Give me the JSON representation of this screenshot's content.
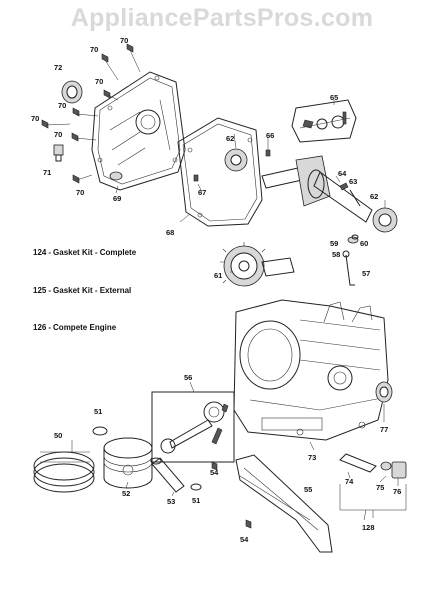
{
  "watermark": "AppliancePartsPros.com",
  "kits": [
    {
      "number": "124",
      "label": "Gasket Kit - Complete"
    },
    {
      "number": "125",
      "label": "Gasket Kit - External"
    },
    {
      "number": "126",
      "label": "Compete Engine"
    }
  ],
  "callouts": {
    "c70a": "70",
    "c70b": "70",
    "c70c": "70",
    "c70d": "70",
    "c70e": "70",
    "c70f": "70",
    "c70g": "70",
    "c72": "72",
    "c71": "71",
    "c69": "69",
    "c62a": "62",
    "c66": "66",
    "c67": "67",
    "c68": "68",
    "c65": "65",
    "c64": "64",
    "c63": "63",
    "c62b": "62",
    "c59": "59",
    "c60": "60",
    "c58": "58",
    "c57": "57",
    "c61": "61",
    "c56": "56",
    "c51a": "51",
    "c50": "50",
    "c52": "52",
    "c53": "53",
    "c54a": "54",
    "c51b": "51",
    "c55": "55",
    "c54b": "54",
    "c73": "73",
    "c77": "77",
    "c74": "74",
    "c75": "75",
    "c76": "76",
    "c128": "128"
  }
}
